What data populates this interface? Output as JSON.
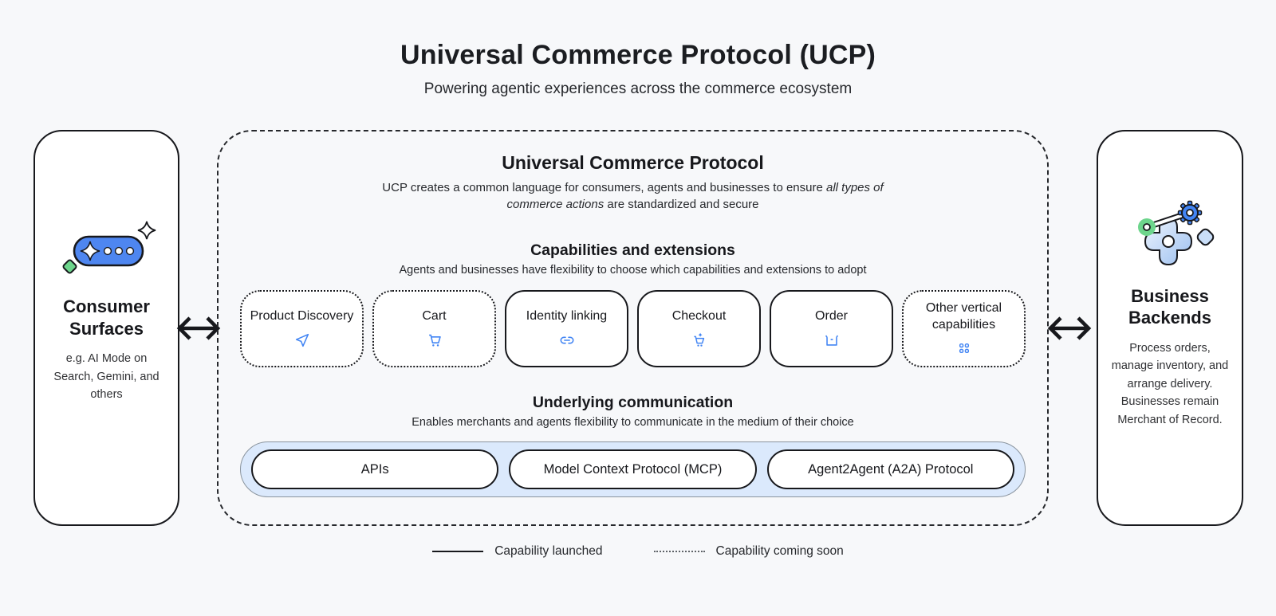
{
  "page": {
    "title": "Universal Commerce Protocol (UCP)",
    "subtitle": "Powering agentic experiences across the commerce ecosystem"
  },
  "consumer": {
    "title": "Consumer Surfaces",
    "note": "e.g. AI Mode on Search, Gemini, and others",
    "icon": "ai-chat-pill-icon"
  },
  "business": {
    "title": "Business Backends",
    "note": "Process orders, manage inventory, and arrange delivery. Businesses remain Merchant of Record.",
    "icon": "gears-icon"
  },
  "protocol": {
    "title": "Universal Commerce Protocol",
    "description_prefix": "UCP creates a common language for consumers, agents and businesses to ensure ",
    "description_italic": "all types of commerce actions",
    "description_suffix": " are standardized and secure",
    "capabilities": {
      "title": "Capabilities and extensions",
      "subtitle": "Agents and businesses have flexibility to choose which capabilities and extensions to adopt",
      "items": [
        {
          "label": "Product Discovery",
          "icon": "send-icon",
          "status": "coming-soon"
        },
        {
          "label": "Cart",
          "icon": "cart-icon",
          "status": "coming-soon"
        },
        {
          "label": "Identity linking",
          "icon": "link-icon",
          "status": "launched"
        },
        {
          "label": "Checkout",
          "icon": "cart-star-icon",
          "status": "launched"
        },
        {
          "label": "Order",
          "icon": "box-icon",
          "status": "launched"
        },
        {
          "label": "Other vertical capabilities",
          "icon": "grid-dots-icon",
          "status": "coming-soon"
        }
      ]
    },
    "communication": {
      "title": "Underlying communication",
      "subtitle": "Enables merchants and agents flexibility to communicate in the medium of their choice",
      "channels": [
        "APIs",
        "Model Context Protocol (MCP)",
        "Agent2Agent (A2A) Protocol"
      ]
    }
  },
  "legend": {
    "launched": "Capability launched",
    "coming_soon": "Capability coming soon"
  },
  "colors": {
    "background": "#f7f8fa",
    "accent_blue": "#4285f4",
    "light_blue": "#dbe9fc",
    "green": "#6dd58c",
    "consumer_pill_blue": "#4e86f0",
    "diamond_light_blue": "#c9def8"
  }
}
